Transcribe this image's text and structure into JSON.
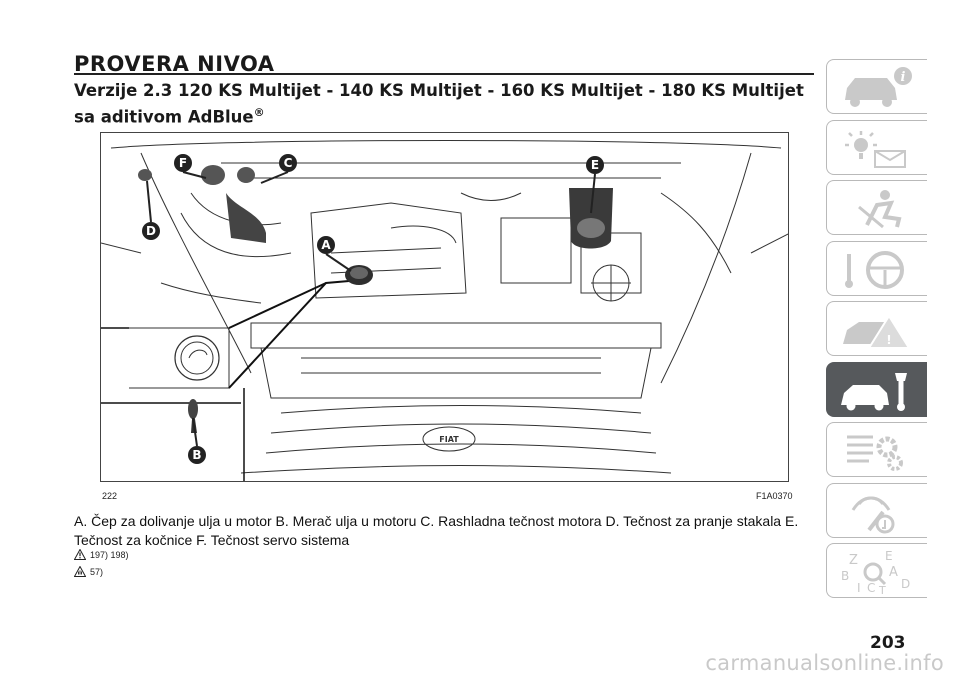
{
  "header": {
    "title": "PROVERA NIVOA",
    "subtitle": "Verzije 2.3 120 KS Multijet - 140 KS Multijet - 160 KS Multijet - 180 KS Multijet sa aditivom AdBlue",
    "subtitle_mark": "®"
  },
  "figure": {
    "page_code": "222",
    "figure_code": "F1A0370",
    "callouts": [
      "A",
      "B",
      "C",
      "D",
      "E",
      "F"
    ],
    "emblem_text": "FIAT"
  },
  "caption": "A. Čep za dolivanje ulja u motor B. Merač ulja u motoru C. Rashladna tečnost motora D. Tečnost za pranje stakala E. Tečnost za kočnice F. Tečnost servo sistema",
  "notes": [
    {
      "icon": "warning-triangle-icon",
      "refs": "197) 198)"
    },
    {
      "icon": "caution-hand-icon",
      "refs": "57)"
    }
  ],
  "sidebar": {
    "tabs": [
      {
        "name": "dashboard-info",
        "icon": "car-info-icon",
        "active": false
      },
      {
        "name": "lights-messages",
        "icon": "warning-light-icon",
        "active": false
      },
      {
        "name": "safety",
        "icon": "airbag-seat-icon",
        "active": false
      },
      {
        "name": "driving",
        "icon": "steering-wheel-icon",
        "active": false
      },
      {
        "name": "emergency",
        "icon": "breakdown-icon",
        "active": false
      },
      {
        "name": "maintenance",
        "icon": "car-wrench-icon",
        "active": true
      },
      {
        "name": "technical-data",
        "icon": "specs-gear-icon",
        "active": false
      },
      {
        "name": "multimedia",
        "icon": "music-note-icon",
        "active": false
      },
      {
        "name": "index",
        "icon": "alphabet-search-icon",
        "active": false
      }
    ],
    "index_letters": [
      "Z",
      "E",
      "B",
      "A",
      "I",
      "C",
      "T",
      "D"
    ]
  },
  "page_number": "203",
  "watermark": "carmanualsonline.info",
  "colors": {
    "active_tab": "#56595c",
    "tab_border": "#b9b9b9",
    "text": "#1a1a1a",
    "watermark": "#c9c9c9"
  }
}
